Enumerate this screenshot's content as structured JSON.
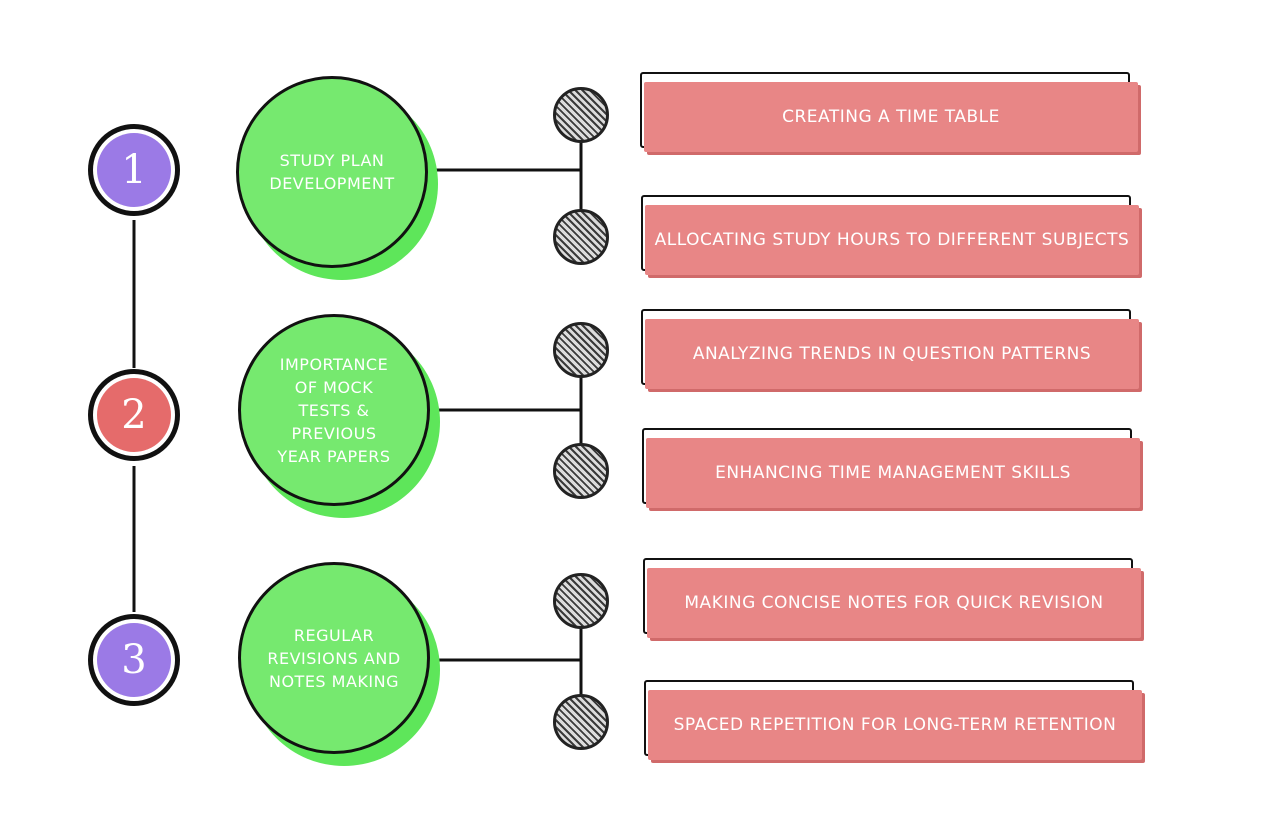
{
  "colors": {
    "purple": "#9b7ae6",
    "red": "#e56b6b",
    "green": "#76e96f",
    "pink": "#e88686"
  },
  "steps": [
    {
      "number": "1",
      "color": "#9b7ae6",
      "topic": "Study Plan Development",
      "items": [
        "Creating a Time Table",
        "Allocating Study Hours to Different Subjects"
      ]
    },
    {
      "number": "2",
      "color": "#e56b6b",
      "topic": "Importance of Mock Tests & Previous Year Papers",
      "items": [
        "Analyzing Trends in Question Patterns",
        "Enhancing Time Management Skills"
      ]
    },
    {
      "number": "3",
      "color": "#9b7ae6",
      "topic": "Regular Revisions and Notes Making",
      "items": [
        "Making Concise Notes for Quick Revision",
        "Spaced Repetition for Long-Term Retention"
      ]
    }
  ]
}
